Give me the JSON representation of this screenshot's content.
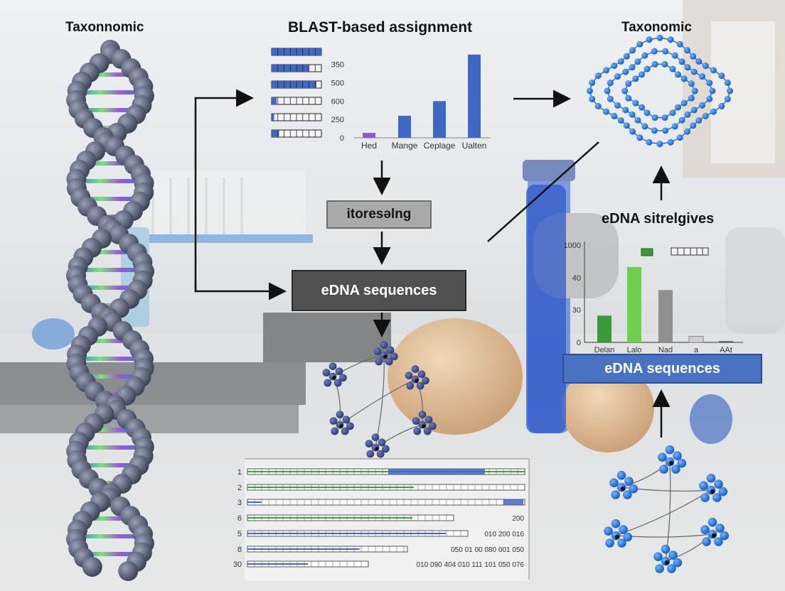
{
  "labels": {
    "top_left": "Taxonnomic",
    "top_center": "BLAST-based assignment",
    "top_right": "Taxonomic",
    "right_mid": "eDNA sitrelgives"
  },
  "boxes": {
    "processing": "itoresǝlng",
    "edna_center": "eDNA sequences",
    "edna_right": "eDNA sequences"
  },
  "colors": {
    "blue": "#3f67c4",
    "purple": "#8a5bd6",
    "green": "#3a9a3a",
    "light_green": "#6fcf4f",
    "gray": "#8f8f8f",
    "box_dark": "#505050",
    "box_blue": "#4a72c3"
  },
  "chart_data": [
    {
      "type": "bar",
      "categories": [
        "Hed",
        "Mange",
        "Ceplage",
        "Ualten"
      ],
      "values": [
        40,
        180,
        300,
        680
      ],
      "bar_colors": [
        "#8a5bd6",
        "#3f67c4",
        "#3f67c4",
        "#3f67c4"
      ],
      "ytick_labels": [
        "0",
        "250",
        "600",
        "500",
        "350"
      ],
      "ytick_values": [
        0,
        150,
        300,
        450,
        600
      ],
      "ylim": [
        0,
        720
      ],
      "legend_progress": [
        1.0,
        0.75,
        0.9,
        0.1,
        0.05,
        0.15
      ]
    },
    {
      "type": "bar",
      "categories": [
        "Delan",
        "Lalo",
        "Nad",
        "a",
        "AAt"
      ],
      "values": [
        22,
        62,
        43,
        5,
        1
      ],
      "bar_colors": [
        "#3a9a3a",
        "#6fcf4f",
        "#8f8f8f",
        "#cfcfcf",
        "#555555"
      ],
      "ytick_labels": [
        "0",
        "30",
        "40",
        "1000"
      ],
      "ytick_values": [
        0,
        27,
        53,
        80
      ],
      "ylim": [
        0,
        80
      ]
    }
  ],
  "table": {
    "rows": [
      {
        "num": "1",
        "fill": 1.0,
        "fill_color": "#3aa53a",
        "values": ""
      },
      {
        "num": "2",
        "fill": 0.6,
        "fill_color": "#3aa53a",
        "values": ""
      },
      {
        "num": "3",
        "fill": 0.05,
        "fill_color": "#3f67c4",
        "values": ""
      },
      {
        "num": "6",
        "fill": 0.8,
        "fill_color": "#3aa53a",
        "values": "200"
      },
      {
        "num": "5",
        "fill": 0.9,
        "fill_color": "#3f67c4",
        "values": "010  200  016"
      },
      {
        "num": "8",
        "fill": 0.7,
        "fill_color": "#3f67c4",
        "values": "050   01    00   080   001   050"
      },
      {
        "num": "30",
        "fill": 0.5,
        "fill_color": "#3f67c4",
        "values": "010  090  404  010  111  101  050  076"
      }
    ]
  }
}
